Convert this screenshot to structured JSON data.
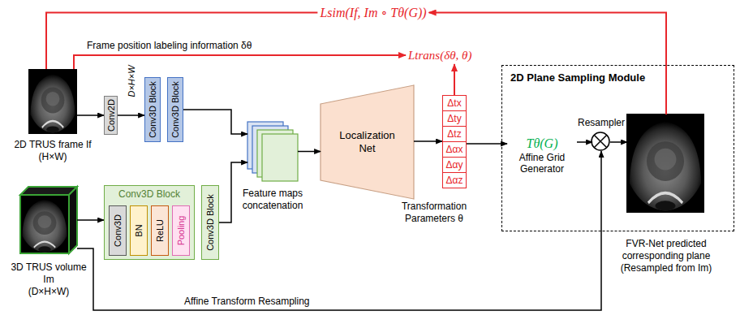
{
  "diagram": {
    "nodes": [
      {
        "text": [
          "Lsim(If, Im ∘ Tθ(G))"
        ]
      },
      {
        "text": [
          "Ltrans(δθ, θ)"
        ]
      },
      {
        "text": [
          "2D TRUS frame If",
          "(H×W)"
        ]
      },
      {
        "text": [
          "Conv2D"
        ]
      },
      {
        "text": [
          "Conv3D Block"
        ]
      },
      {
        "text": [
          "Conv3D Block"
        ]
      },
      {
        "text": [
          "Feature maps concatenation"
        ]
      },
      {
        "text": [
          "Localization Net"
        ]
      },
      {
        "text": [
          "Transformation Parameters θ"
        ]
      },
      {
        "text": [
          "Δtx"
        ],
        "in": 8
      },
      {
        "text": [
          "Δty"
        ],
        "in": 8
      },
      {
        "text": [
          "Δtz"
        ],
        "in": 8
      },
      {
        "text": [
          "Δαx"
        ],
        "in": 8
      },
      {
        "text": [
          "Δαy"
        ],
        "in": 8
      },
      {
        "text": [
          "Δαz"
        ],
        "in": 8
      },
      {
        "text": [
          "2D Plane Sampling Module"
        ]
      },
      {
        "text": [
          "Tθ(G)",
          "Affine Grid Generator"
        ],
        "in": 15
      },
      {
        "text": [
          "Resampler"
        ],
        "in": 15
      },
      {
        "text": [
          "FVR-Net predicted corresponding plane (Resampled from Im)"
        ],
        "in": 15
      },
      {
        "text": [
          "3D TRUS volume Im",
          "(D×H×W)"
        ]
      },
      {
        "text": [
          "Conv3D Block"
        ]
      },
      {
        "text": [
          "Conv3D"
        ],
        "in": 20
      },
      {
        "text": [
          "BN"
        ],
        "in": 20
      },
      {
        "text": [
          "ReLU"
        ],
        "in": 20
      },
      {
        "text": [
          "Pooling"
        ],
        "in": 20
      },
      {
        "text": [
          "Conv3D Block"
        ]
      }
    ],
    "edges": [
      {
        "from": 2,
        "to": 0,
        "arrow": "none"
      },
      {
        "from": 18,
        "to": 0,
        "arrow": "to"
      },
      {
        "from": 2,
        "to": 1,
        "label": "Frame position labeling information δθ",
        "arrow": "to"
      },
      {
        "from": 8,
        "to": 1,
        "arrow": "to"
      },
      {
        "from": 2,
        "to": 3,
        "arrow": "to"
      },
      {
        "from": 3,
        "to": 4,
        "arrow": "to"
      },
      {
        "from": 5,
        "to": 6,
        "arrow": "to"
      },
      {
        "from": 19,
        "to": 20,
        "arrow": "to"
      },
      {
        "from": 25,
        "to": 6,
        "arrow": "to"
      },
      {
        "from": 6,
        "to": 7,
        "arrow": "to"
      },
      {
        "from": 7,
        "to": 8,
        "arrow": "to"
      },
      {
        "from": 8,
        "to": 16,
        "arrow": "to"
      },
      {
        "from": 16,
        "to": 17,
        "arrow": "to"
      },
      {
        "from": 17,
        "to": 18,
        "arrow": "to"
      },
      {
        "from": 19,
        "to": 17,
        "label": "Affine Transform Resampling",
        "arrow": "to"
      }
    ],
    "labels": [
      "D×H×W"
    ]
  }
}
